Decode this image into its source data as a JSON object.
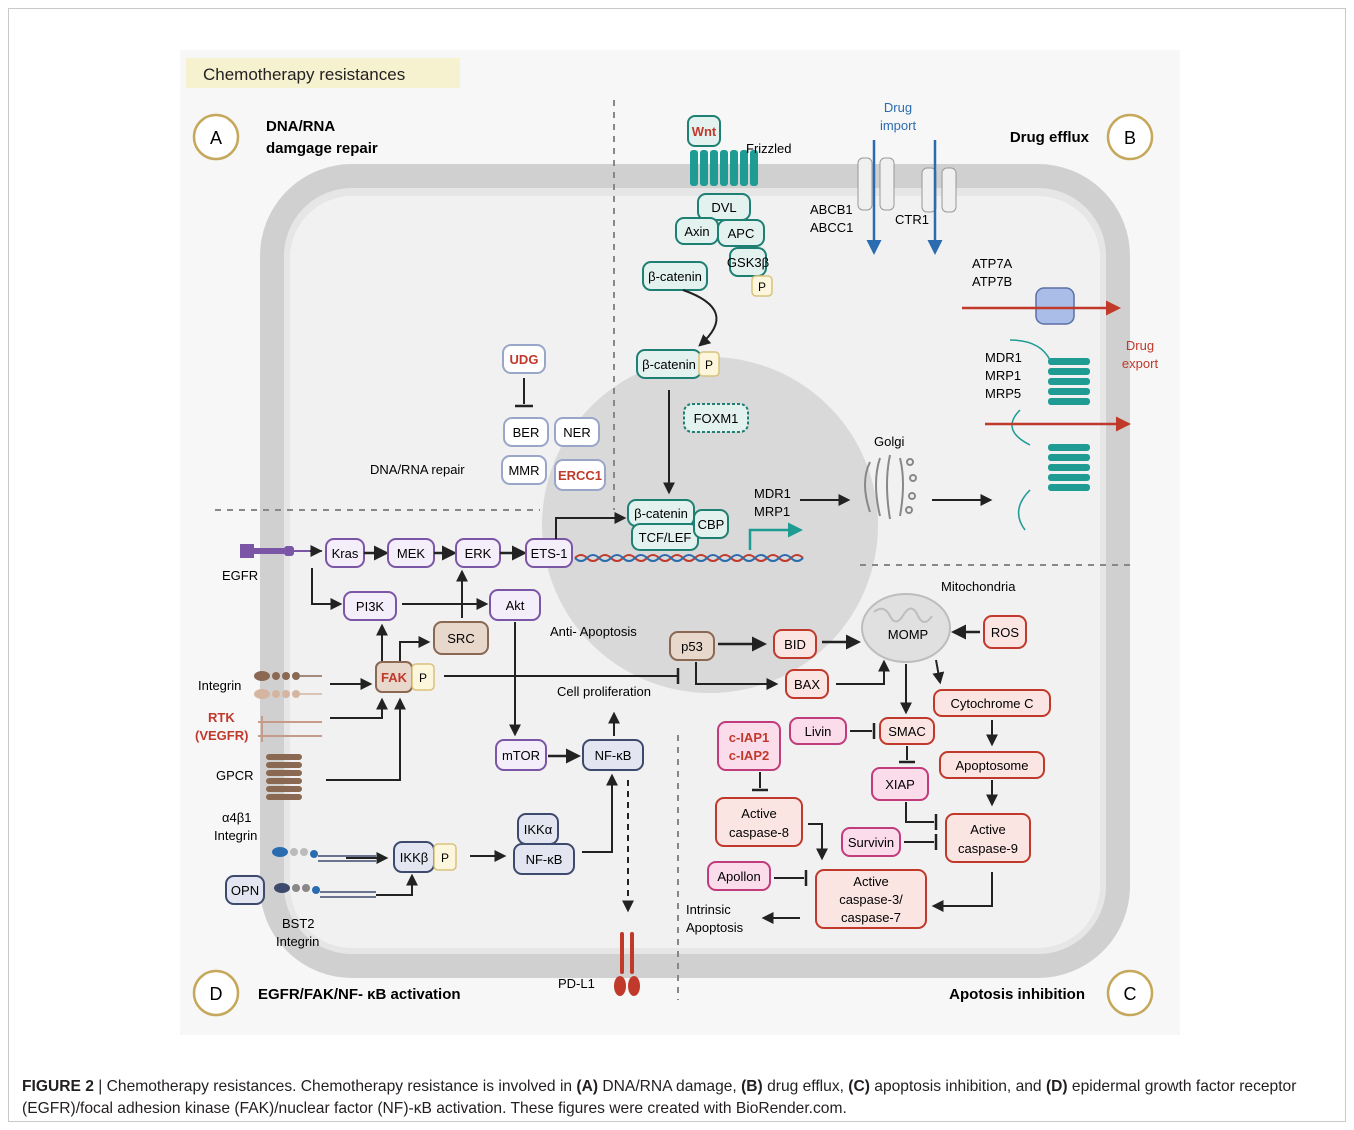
{
  "title": "Chemotherapy resistances",
  "panels": {
    "A": {
      "letter": "A",
      "title_l1": "DNA/RNA",
      "title_l2": "damgage repair"
    },
    "B": {
      "letter": "B",
      "title": "Drug efflux"
    },
    "C": {
      "letter": "C",
      "title": "Apotosis inhibition"
    },
    "D": {
      "letter": "D",
      "title": "EGFR/FAK/NF- κB activation"
    }
  },
  "labels": {
    "wnt": "Wnt",
    "frizzled": "Frizzled",
    "dvl": "DVL",
    "axin": "Axin",
    "apc": "APC",
    "gsk3b": "GSK3β",
    "p": "P",
    "bcatenin": "β-catenin",
    "bcatenin_p": "β-catenin",
    "foxm1": "FOXM1",
    "cbp": "CBP",
    "tcf_lef": "TCF/LEF",
    "mdr1": "MDR1",
    "mrp1": "MRP1",
    "golgi": "Golgi",
    "drug_import_l1": "Drug",
    "drug_import_l2": "import",
    "abcb1": "ABCB1",
    "abcc1": "ABCC1",
    "ctr1": "CTR1",
    "atp7a": "ATP7A",
    "atp7b": "ATP7B",
    "drug_export_l1": "Drug",
    "drug_export_l2": "export",
    "mdr1_b": "MDR1",
    "mrp1_b": "MRP1",
    "mrp5_b": "MRP5",
    "udg": "UDG",
    "ber": "BER",
    "ner": "NER",
    "mmr": "MMR",
    "ercc1": "ERCC1",
    "dna_repair": "DNA/RNA repair",
    "egfr": "EGFR",
    "kras": "Kras",
    "mek": "MEK",
    "erk": "ERK",
    "ets1": "ETS-1",
    "pi3k": "PI3K",
    "akt": "Akt",
    "src": "SRC",
    "fak": "FAK",
    "integrin": "Integrin",
    "rtk_l1": "RTK",
    "rtk_l2": "(VEGFR)",
    "gpcr": "GPCR",
    "a4b1_l1": "α4β1",
    "a4b1_l2": "Integrin",
    "opn": "OPN",
    "bst2_l1": "BST2",
    "bst2_l2": "Integrin",
    "ikkb": "IKKβ",
    "ikka": "IKKα",
    "nfkb": "NF-κB",
    "mtor": "mTOR",
    "nfkb2": "NF-κB",
    "pdl1": "PD-L1",
    "anti_apoptosis": "Anti- Apoptosis",
    "cell_proliferation": "Cell proliferation",
    "p53": "p53",
    "bid": "BID",
    "bax": "BAX",
    "momp": "MOMP",
    "ros": "ROS",
    "mitochondria": "Mitochondria",
    "cytochrome_c": "Cytochrome C",
    "smac": "SMAC",
    "livin": "Livin",
    "xiap": "XIAP",
    "apoptosome": "Apoptosome",
    "ciap1": "c-IAP1",
    "ciap2": "c-IAP2",
    "casp8_l1": "Active",
    "casp8_l2": "caspase-8",
    "casp9_l1": "Active",
    "casp9_l2": "caspase-9",
    "survivin": "Survivin",
    "apollon": "Apollon",
    "casp37_l1": "Active",
    "casp37_l2": "caspase-3/",
    "casp37_l3": "caspase-7",
    "intrinsic_l1": "Intrinsic",
    "intrinsic_l2": "Apoptosis"
  },
  "caption": {
    "fig": "FIGURE 2",
    "sep": " | ",
    "t1": "Chemotherapy resistances. Chemotherapy resistance is involved in ",
    "a": "(A)",
    "t2": " DNA/RNA damage, ",
    "b": "(B)",
    "t3": " drug efflux, ",
    "c": "(C)",
    "t4": " apoptosis inhibition, and ",
    "d": "(D)",
    "t5": " epidermal growth factor receptor (EGFR)/focal adhesion kinase (FAK)/nuclear factor (NF)-κB activation. These figures were created with BioRender.com."
  },
  "colors": {
    "teal": "#1e7f73",
    "teal_fill": "#e3f2ef",
    "purple": "#7c56a6",
    "purple_fill": "#f3eefa",
    "brown": "#8a6852",
    "brown_fill": "#e8d8cc",
    "red": "#c0392b",
    "red_fill": "#fbe5e3",
    "pink": "#c03c7c",
    "pink_fill": "#fadcea",
    "navy": "#3d4a6d",
    "navy_fill": "#e3e6f1",
    "blue": "#2b6cb0",
    "cell": "#e0e0e0",
    "nucleus": "#d6d6d6"
  }
}
